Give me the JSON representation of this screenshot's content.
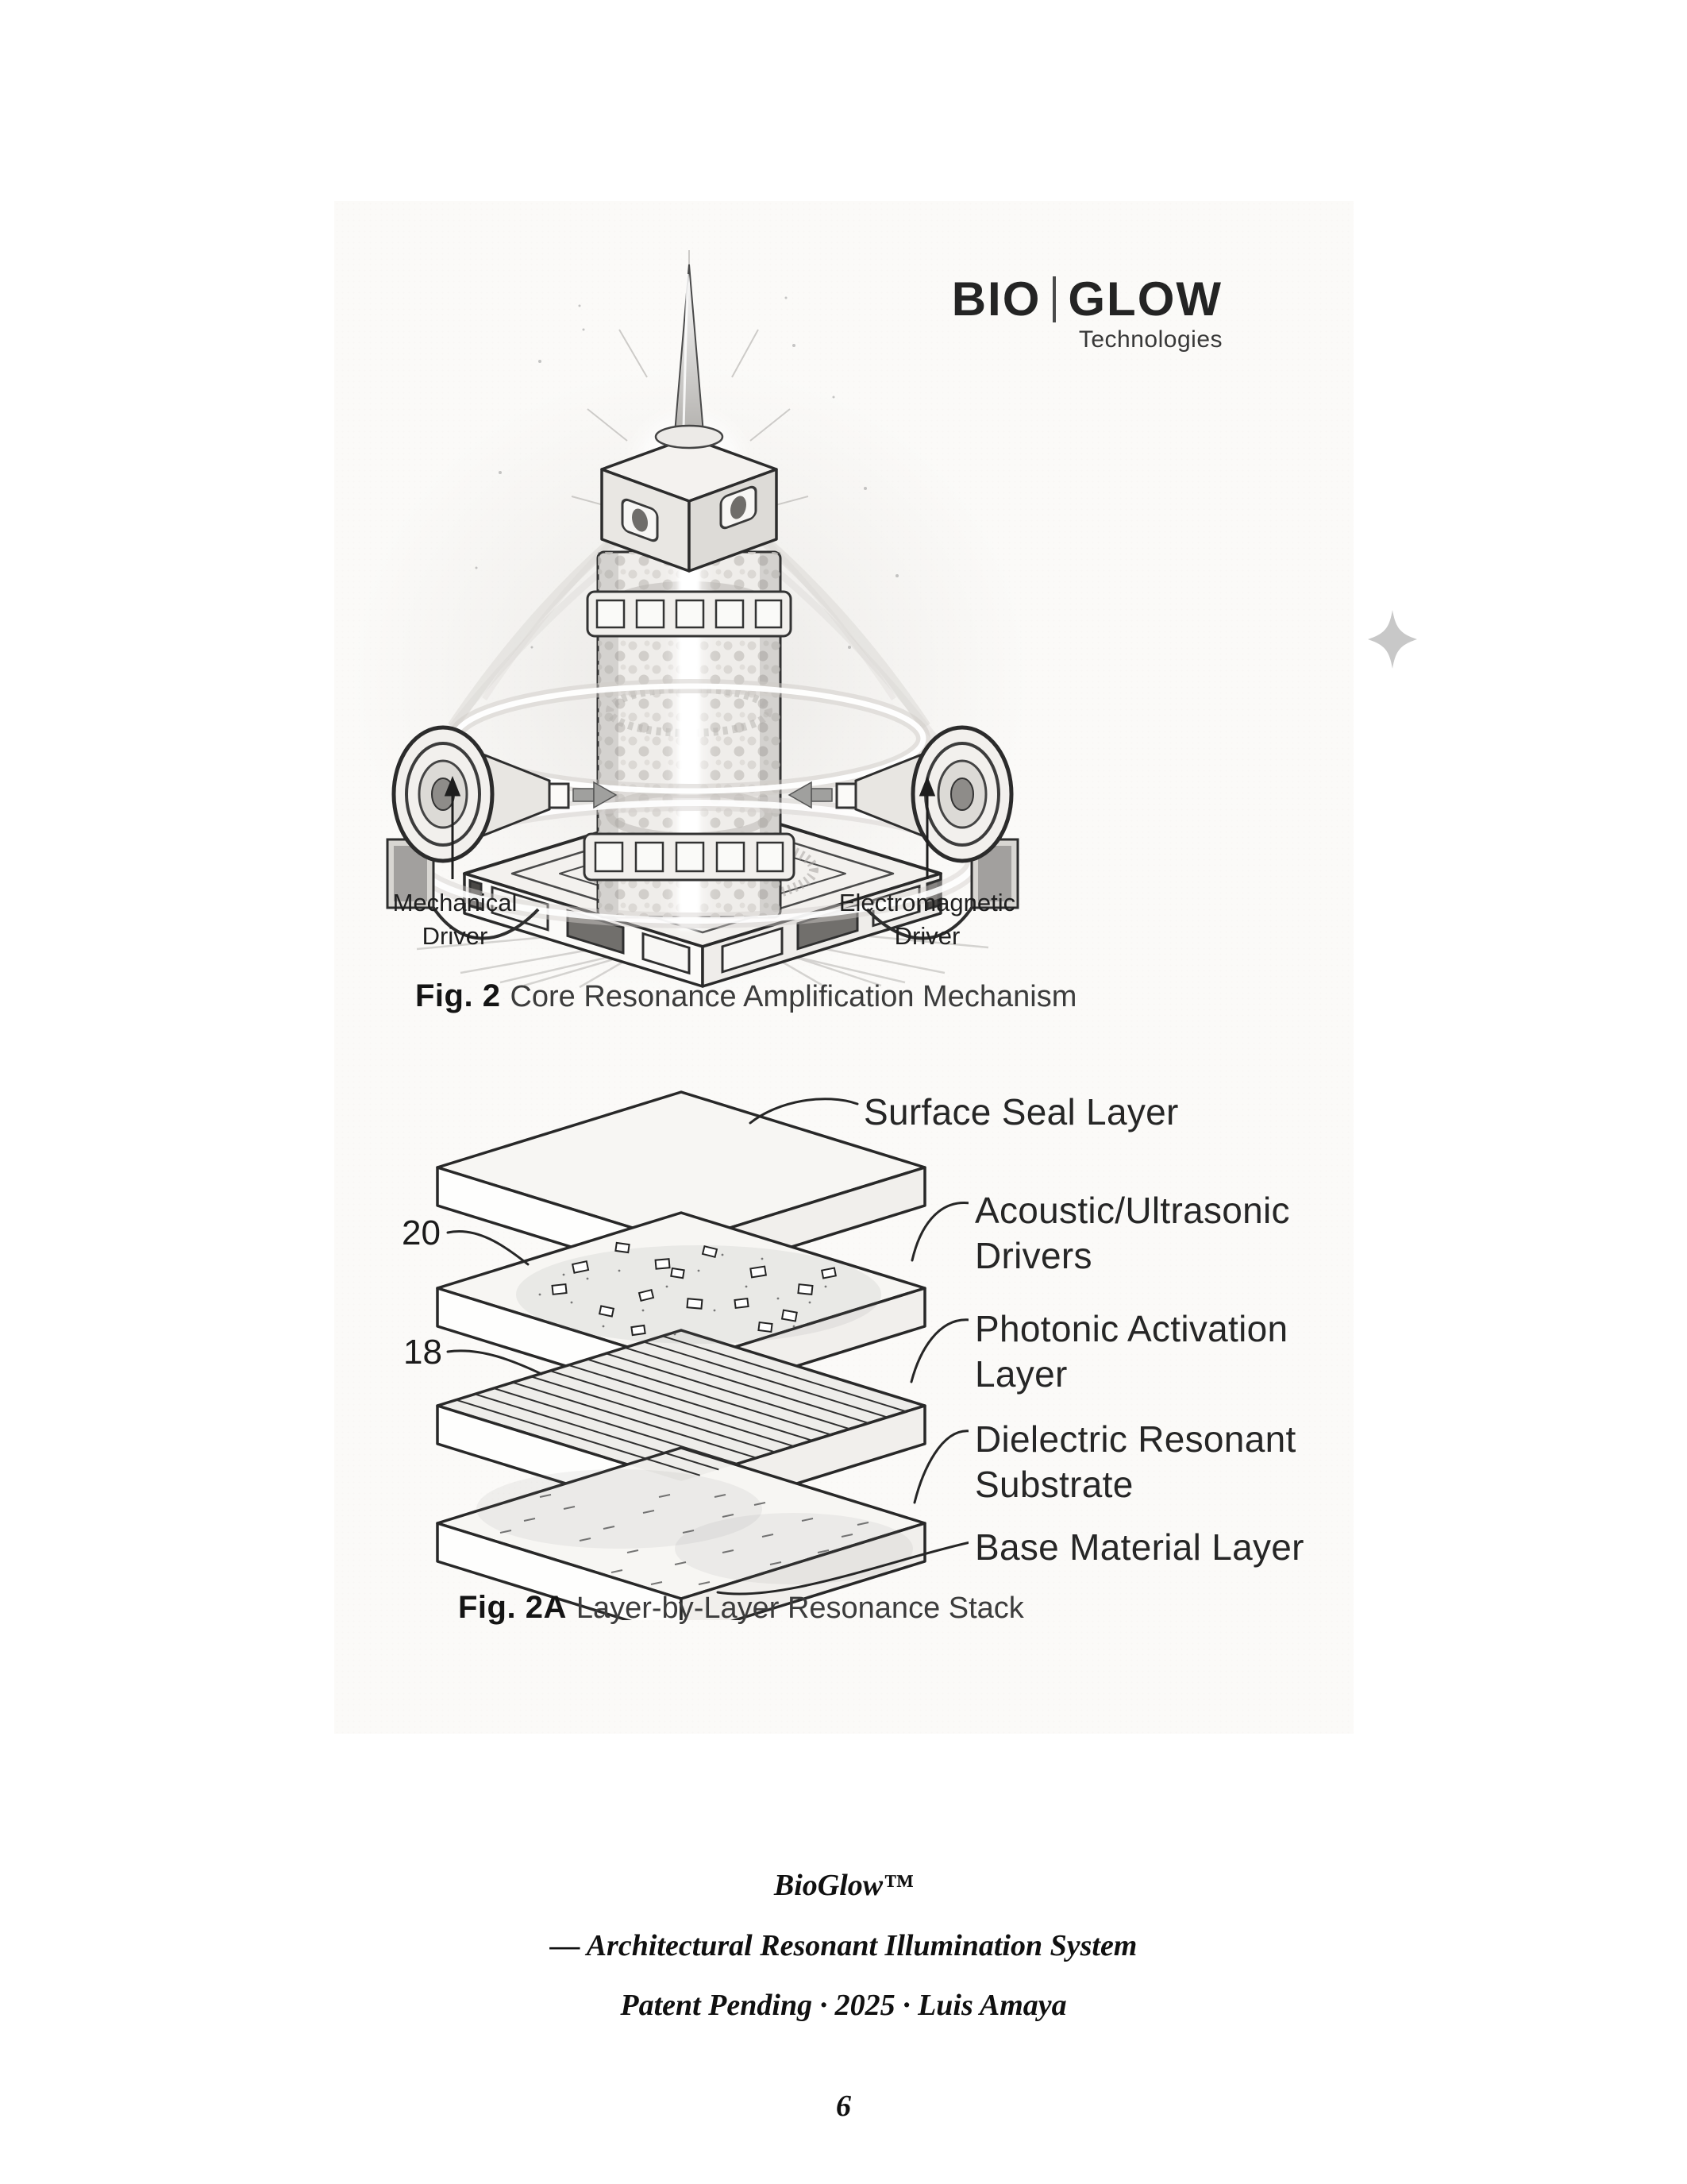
{
  "brand": {
    "word1": "BIO",
    "word2": "GLOW",
    "tagline": "Technologies"
  },
  "figure2": {
    "caption_label": "Fig. 2",
    "caption_title": "Core Resonance Amplification Mechanism",
    "callout_left": {
      "line1": "Mechanical",
      "line2": "Driver"
    },
    "callout_right": {
      "line1": "Electromagnetic",
      "line2": "Driver"
    }
  },
  "figure2a": {
    "caption_label": "Fig. 2A",
    "caption_title": "Layer-by-Layer Resonance Stack",
    "reference_numerals": {
      "drivers_layer": "20",
      "photonic_layer": "18"
    },
    "layer_labels": [
      {
        "line1": "Surface Seal Layer",
        "line2": ""
      },
      {
        "line1": "Acoustic/Ultrasonic",
        "line2": "Drivers"
      },
      {
        "line1": "Photonic Activation",
        "line2": "Layer"
      },
      {
        "line1": "Dielectric Resonant",
        "line2": "Substrate"
      },
      {
        "line1": "Base Material Layer",
        "line2": ""
      }
    ]
  },
  "footer": {
    "product": "BioGlow™",
    "subtitle": "— Architectural Resonant Illumination System",
    "meta": "Patent Pending · 2025 · Luis Amaya",
    "page_number": "6"
  },
  "icons": {
    "sparkle": "four-point-star"
  },
  "colors": {
    "page_bg": "#ffffff",
    "scan_bg": "#fbfaf8",
    "ink": "#262626",
    "sparkle": "#c8c8c8"
  }
}
